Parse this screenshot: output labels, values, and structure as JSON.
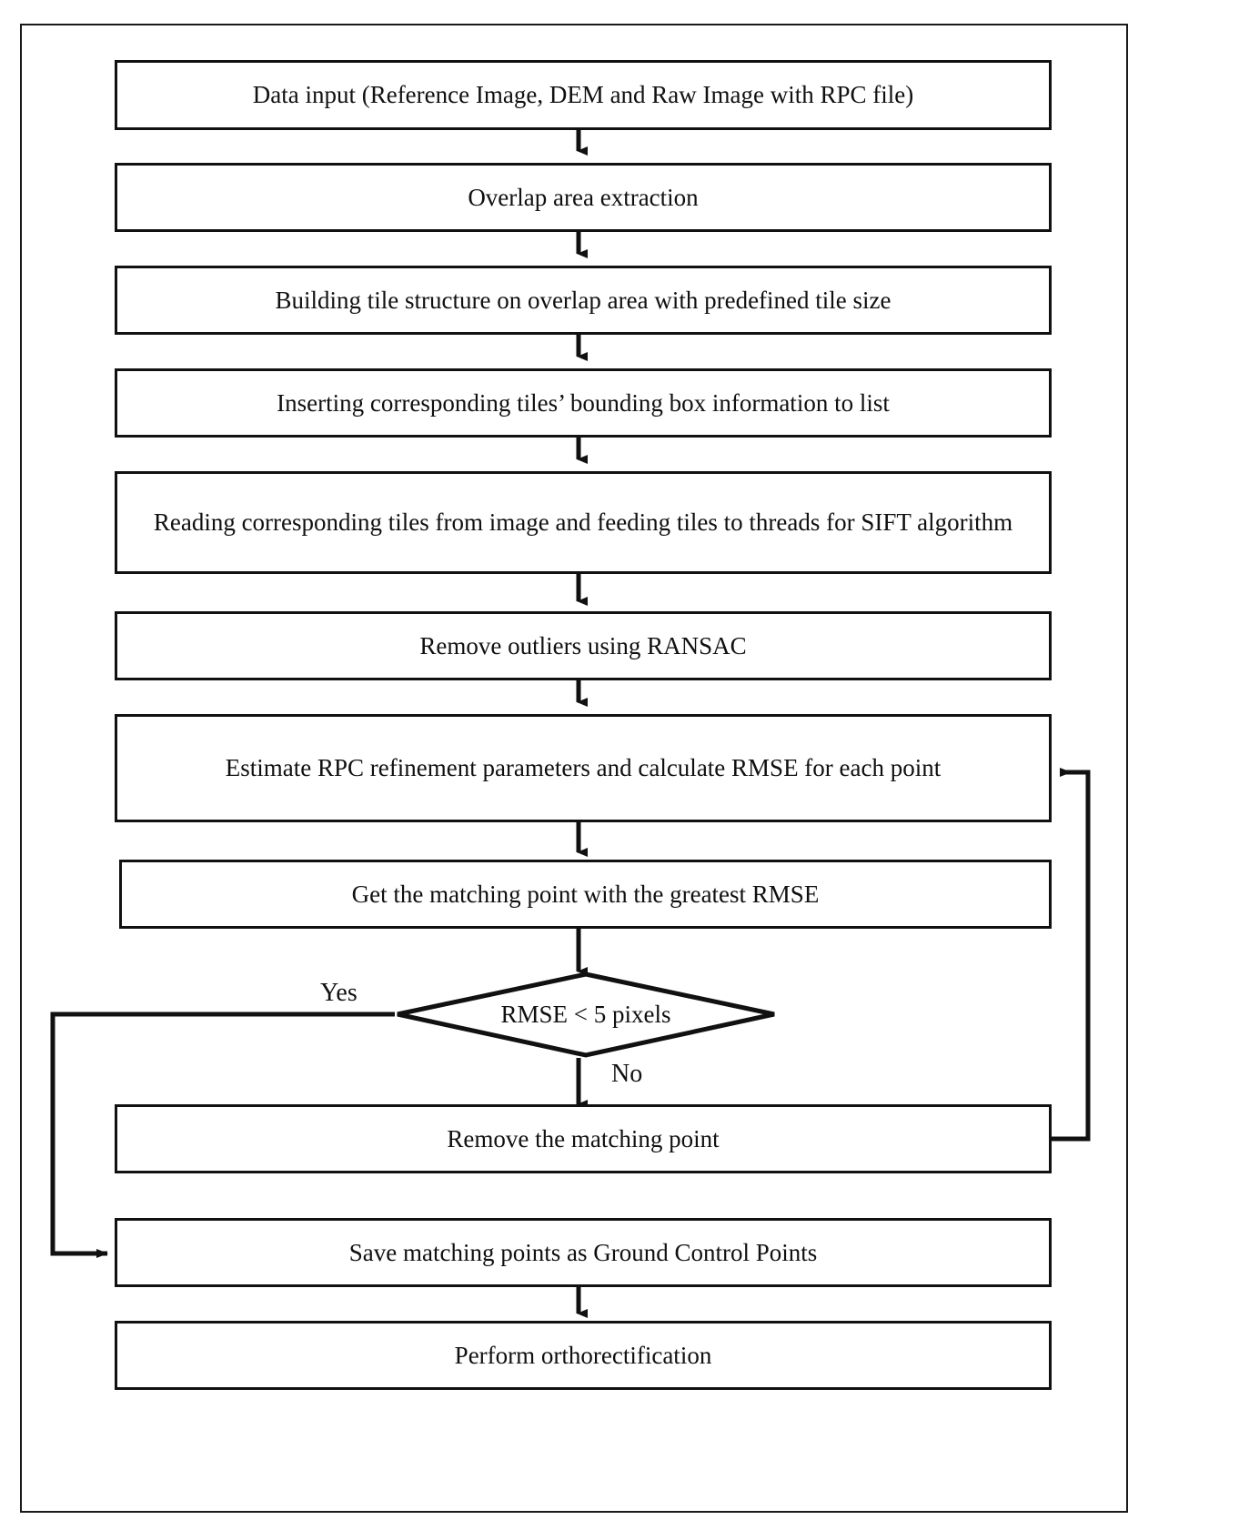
{
  "diagram": {
    "type": "flowchart",
    "title": "Orthorectification workflow flowchart",
    "orientation": "top-to-bottom",
    "colors": {
      "node_border": "#111111",
      "node_fill": "#ffffff",
      "connector": "#111111",
      "text": "#101010",
      "frame_border": "#1a1a1a"
    },
    "nodes": [
      {
        "id": "n1",
        "shape": "process",
        "text": "Data input (Reference Image, DEM and Raw Image with RPC file)"
      },
      {
        "id": "n2",
        "shape": "process",
        "text": "Overlap area extraction"
      },
      {
        "id": "n3",
        "shape": "process",
        "text": "Building tile structure on overlap area with predefined tile size"
      },
      {
        "id": "n4",
        "shape": "process",
        "text": "Inserting corresponding tiles’ bounding box information to list"
      },
      {
        "id": "n5",
        "shape": "process",
        "text": "Reading corresponding tiles from image and feeding tiles to threads for SIFT algorithm"
      },
      {
        "id": "n6",
        "shape": "process",
        "text": "Remove outliers using RANSAC"
      },
      {
        "id": "n7",
        "shape": "process",
        "text": "Estimate RPC refinement parameters and calculate RMSE for each point"
      },
      {
        "id": "n8",
        "shape": "process",
        "text": "Get the matching point with the greatest RMSE"
      },
      {
        "id": "n9",
        "shape": "decision",
        "text": "RMSE < 5 pixels"
      },
      {
        "id": "n10",
        "shape": "process",
        "text": "Remove the matching point"
      },
      {
        "id": "n11",
        "shape": "process",
        "text": "Save matching points as Ground Control Points"
      },
      {
        "id": "n12",
        "shape": "process",
        "text": "Perform orthorectification"
      }
    ],
    "edges": [
      {
        "from": "n1",
        "to": "n2",
        "label": ""
      },
      {
        "from": "n2",
        "to": "n3",
        "label": ""
      },
      {
        "from": "n3",
        "to": "n4",
        "label": ""
      },
      {
        "from": "n4",
        "to": "n5",
        "label": ""
      },
      {
        "from": "n5",
        "to": "n6",
        "label": ""
      },
      {
        "from": "n6",
        "to": "n7",
        "label": ""
      },
      {
        "from": "n7",
        "to": "n8",
        "label": ""
      },
      {
        "from": "n8",
        "to": "n9",
        "label": ""
      },
      {
        "from": "n9",
        "to": "n11",
        "label": "Yes"
      },
      {
        "from": "n9",
        "to": "n10",
        "label": "No"
      },
      {
        "from": "n10",
        "to": "n7",
        "label": ""
      },
      {
        "from": "n11",
        "to": "n12",
        "label": ""
      }
    ],
    "edge_labels": {
      "yes": "Yes",
      "no": "No"
    }
  }
}
